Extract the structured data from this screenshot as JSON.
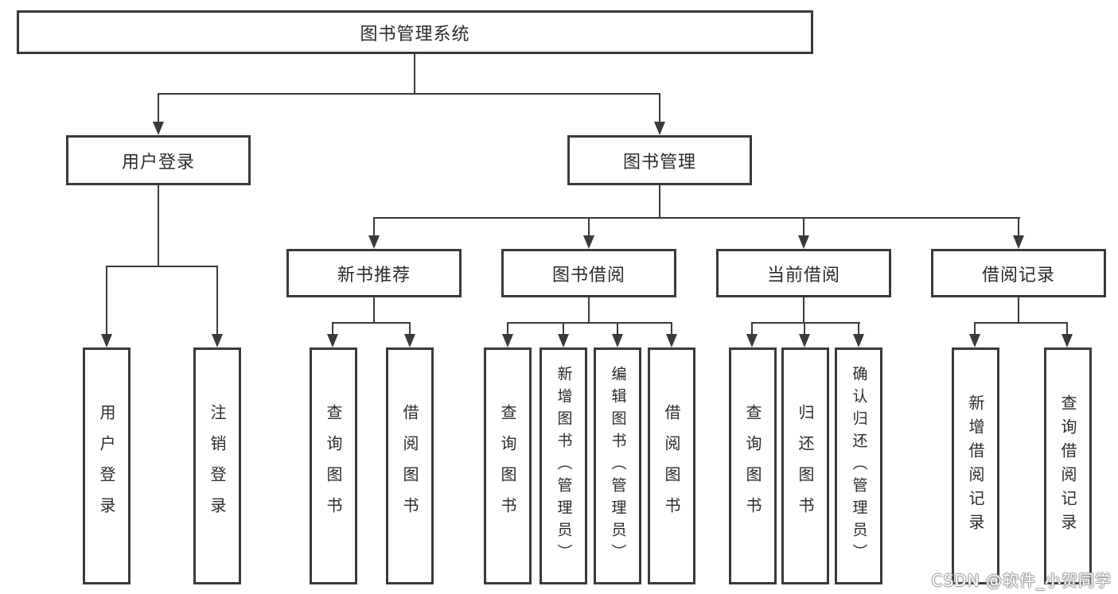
{
  "tree": {
    "label": "图书管理系统",
    "children": [
      {
        "label": "用户登录",
        "children": [
          {
            "label": "用户登录"
          },
          {
            "label": "注销登录"
          }
        ]
      },
      {
        "label": "图书管理",
        "children": [
          {
            "label": "新书推荐",
            "children": [
              {
                "label": "查询图书"
              },
              {
                "label": "借阅图书"
              }
            ]
          },
          {
            "label": "图书借阅",
            "children": [
              {
                "label": "查询图书"
              },
              {
                "label": "新增图书（管理员）"
              },
              {
                "label": "编辑图书（管理员）"
              },
              {
                "label": "借阅图书"
              }
            ]
          },
          {
            "label": "当前借阅",
            "children": [
              {
                "label": "查询图书"
              },
              {
                "label": "归还图书"
              },
              {
                "label": "确认归还（管理员）"
              }
            ]
          },
          {
            "label": "借阅记录",
            "children": [
              {
                "label": "新增借阅记录"
              },
              {
                "label": "查询借阅记录"
              }
            ]
          }
        ]
      }
    ]
  },
  "watermark": {
    "text": "CSDN @软件_小贺同学"
  },
  "colors": {
    "line": "#3a3a3a",
    "text": "#2b2b2b",
    "watermark": "#ffffff"
  }
}
